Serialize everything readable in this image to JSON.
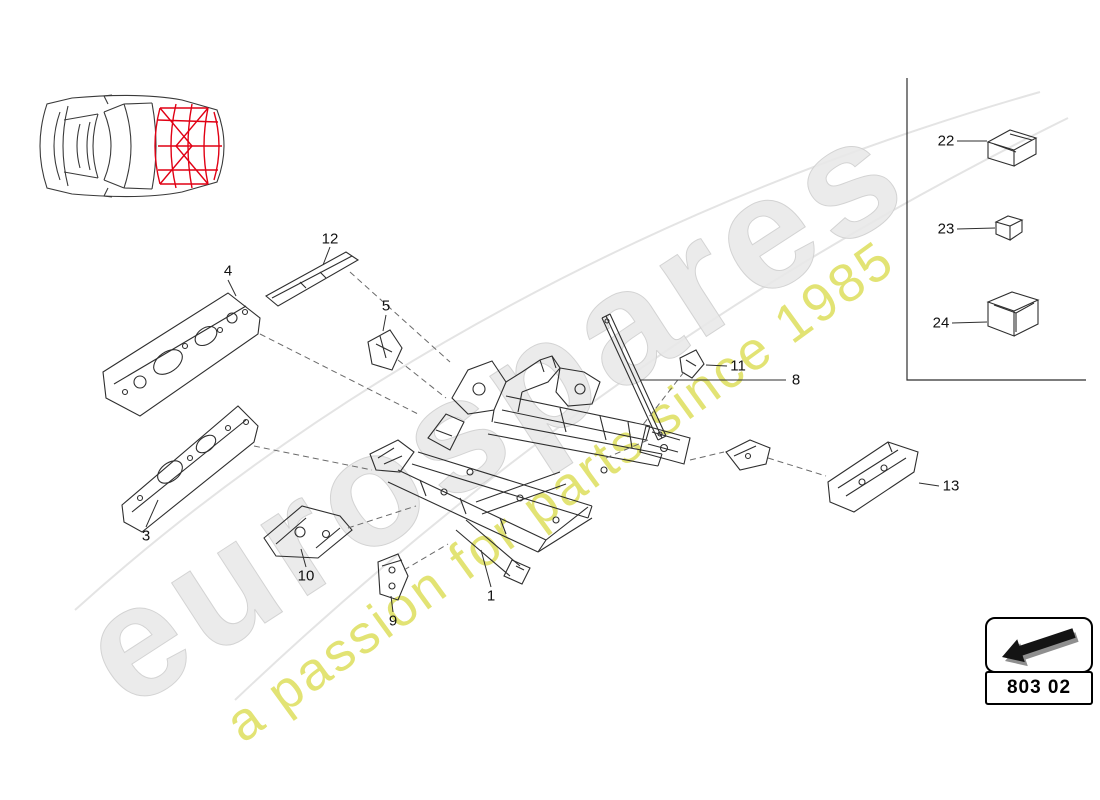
{
  "watermark": {
    "brand": "eurospares",
    "tagline": "a passion for parts since 1985"
  },
  "car_inset": {
    "icon": "car-top-view-front-frame-highlight"
  },
  "labels": {
    "p1": "1",
    "p3": "3",
    "p4": "4",
    "p5": "5",
    "p8": "8",
    "p9": "9",
    "p10": "10",
    "p11": "11",
    "p12": "12",
    "p13": "13",
    "p22": "22",
    "p23": "23",
    "p24": "24"
  },
  "footer": {
    "diagram_code": "803 02"
  },
  "colors": {
    "highlight_red": "#e10014",
    "line_dark": "#2e2e2e",
    "watermark_gray": "#e9e9e9",
    "watermark_yellow": "#dedf5c"
  }
}
